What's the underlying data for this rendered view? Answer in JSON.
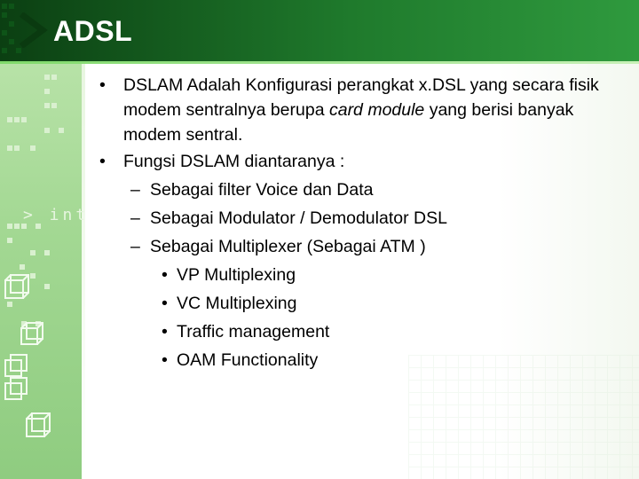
{
  "slide": {
    "title": "ADSL",
    "colors": {
      "title_bar": "#1f7a2c",
      "band": "#a3d893",
      "text": "#000000",
      "title_text": "#ffffff"
    },
    "deco_text": "> int",
    "bullets": [
      {
        "level": 1,
        "marker": "•",
        "parts": [
          {
            "text": "DSLAM Adalah Konfigurasi perangkat x.DSL yang secara fisik modem sentralnya berupa ",
            "italic": false
          },
          {
            "text": "card module",
            "italic": true
          },
          {
            "text": " yang berisi banyak modem sentral.",
            "italic": false
          }
        ]
      },
      {
        "level": 1,
        "marker": "•",
        "parts": [
          {
            "text": "Fungsi DSLAM diantaranya :",
            "italic": false
          }
        ]
      },
      {
        "level": 2,
        "marker": "–",
        "parts": [
          {
            "text": "Sebagai filter Voice dan Data",
            "italic": false
          }
        ]
      },
      {
        "level": 2,
        "marker": "–",
        "parts": [
          {
            "text": "Sebagai  Modulator / Demodulator DSL",
            "italic": false
          }
        ]
      },
      {
        "level": 2,
        "marker": "–",
        "parts": [
          {
            "text": "Sebagai Multiplexer (Sebagai ATM )",
            "italic": false
          }
        ]
      },
      {
        "level": 3,
        "marker": "•",
        "parts": [
          {
            "text": "VP Multiplexing",
            "italic": false
          }
        ]
      },
      {
        "level": 3,
        "marker": "•",
        "parts": [
          {
            "text": "VC Multiplexing",
            "italic": false
          }
        ]
      },
      {
        "level": 3,
        "marker": "•",
        "parts": [
          {
            "text": "Traffic management",
            "italic": false
          }
        ]
      },
      {
        "level": 3,
        "marker": "•",
        "parts": [
          {
            "text": "OAM Functionality",
            "italic": false
          }
        ]
      }
    ]
  }
}
